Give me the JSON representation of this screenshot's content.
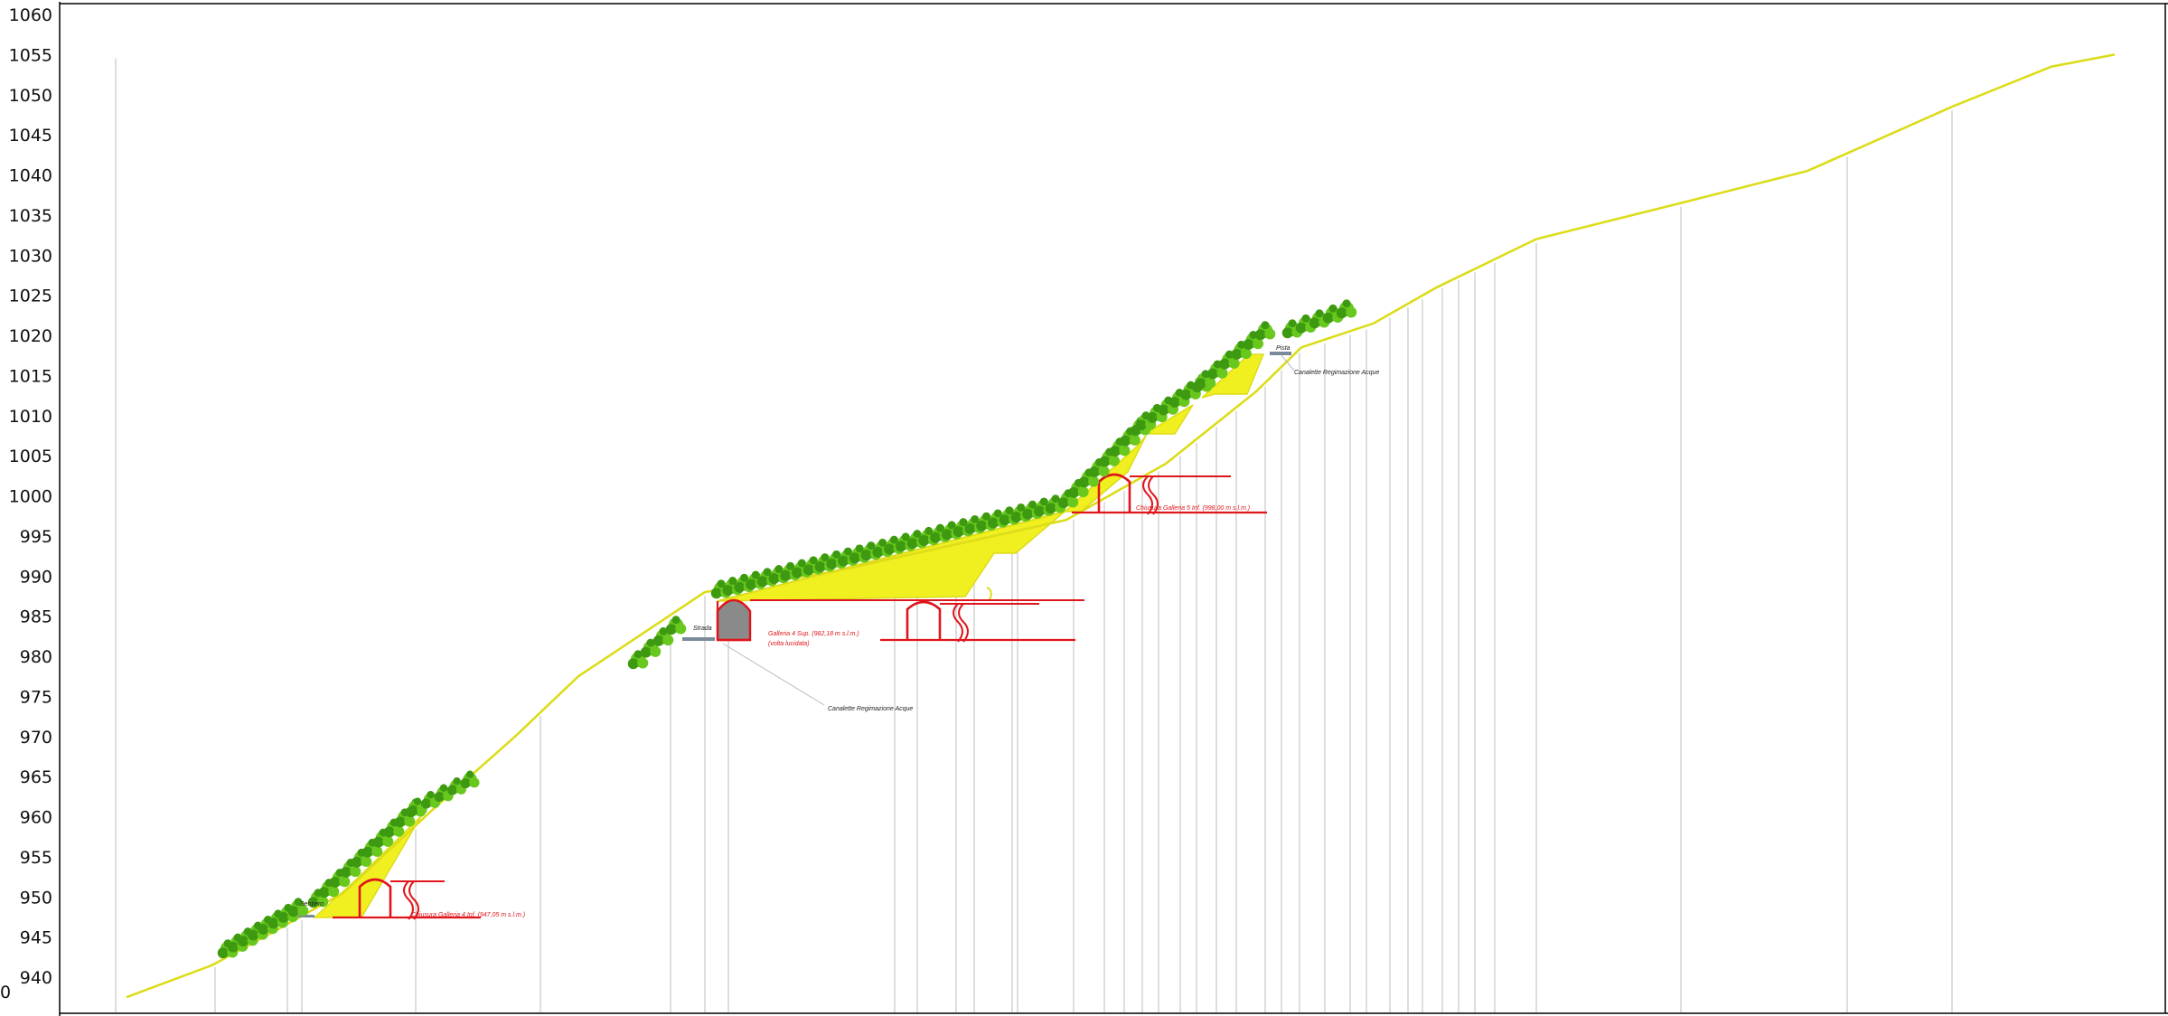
{
  "chart_data": {
    "type": "line",
    "title": "",
    "xlabel": "",
    "ylabel": "",
    "ylim": [
      935,
      1060
    ],
    "y_ticks": [
      940,
      945,
      950,
      955,
      960,
      965,
      970,
      975,
      980,
      985,
      990,
      995,
      1000,
      1005,
      1010,
      1015,
      1020,
      1025,
      1030,
      1035,
      1040,
      1045,
      1050,
      1055,
      1060
    ],
    "axis_corner_label": "0",
    "series": [
      {
        "values": [
          [
            0,
            937.5
          ],
          [
            95,
            941.5
          ],
          [
            160,
            945.5
          ],
          [
            240,
            950.5
          ],
          [
            340,
            961
          ],
          [
            430,
            970
          ],
          [
            500,
            977.5
          ],
          [
            560,
            982
          ],
          [
            640,
            988
          ],
          [
            780,
            990.5
          ],
          [
            900,
            993.5
          ],
          [
            1040,
            997
          ],
          [
            1150,
            1004
          ],
          [
            1250,
            1013
          ],
          [
            1300,
            1018.5
          ],
          [
            1380,
            1021.5
          ],
          [
            1450,
            1026
          ],
          [
            1560,
            1032
          ],
          [
            1720,
            1036.5
          ],
          [
            1860,
            1040.5
          ],
          [
            2020,
            1048.5
          ],
          [
            2130,
            1053.5
          ],
          [
            2200,
            1055
          ]
        ]
      }
    ],
    "grid": false,
    "colors": {
      "terrain": "#dcdc1a",
      "fill": "#f0f020",
      "tunnel": "#e0151b",
      "trees": "#68c81e",
      "trees_dark": "#3d9a10",
      "section_lines": "#c9c9c9",
      "axis": "#000000"
    },
    "annotations": [
      {
        "id": "a1",
        "text": "Chiusura  Galleria 4 Inf.  (947,05 m s.l.m.)",
        "color": "red"
      },
      {
        "id": "a2",
        "text": "Galleria 4 Sup. (982,18 m s.l.m.)",
        "color": "red"
      },
      {
        "id": "a3",
        "text": "(volta lucidata)",
        "color": "red"
      },
      {
        "id": "a4",
        "text": "Chiusura  Galleria 5 Inf. (998,00 m s.l.m.)",
        "color": "red"
      },
      {
        "id": "a5",
        "text": "Canalette Regimazione Acque",
        "color": "black"
      },
      {
        "id": "a6",
        "text": "Canalette Regimazione Acque",
        "color": "black"
      },
      {
        "id": "a7",
        "text": "Strada",
        "color": "black"
      },
      {
        "id": "a8",
        "text": "Sentiero",
        "color": "black"
      },
      {
        "id": "a9",
        "text": "Pista",
        "color": "black"
      }
    ]
  }
}
